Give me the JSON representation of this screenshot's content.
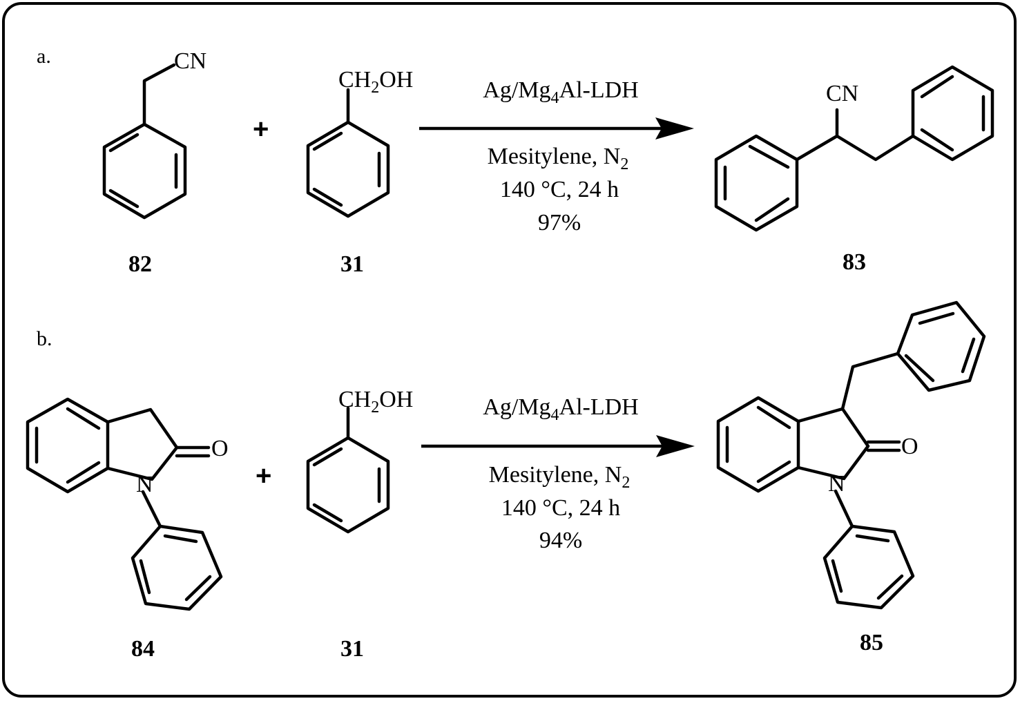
{
  "panels": {
    "a": {
      "label": "a.",
      "reactant1": {
        "id": "82",
        "group": "CN"
      },
      "plus": "+",
      "reactant2": {
        "id": "31",
        "group_main": "CH",
        "group_sub": "2",
        "group_end": "OH"
      },
      "conditions": {
        "catalyst_pre": "Ag/Mg",
        "catalyst_sub": "4",
        "catalyst_post": "Al-LDH",
        "solvent_pre": "Mesitylene, N",
        "solvent_sub": "2",
        "temp_time": "140 °C, 24 h",
        "yield": "97%"
      },
      "product": {
        "id": "83",
        "group": "CN"
      }
    },
    "b": {
      "label": "b.",
      "reactant1": {
        "id": "84",
        "atom_n": "N",
        "atom_o": "O"
      },
      "plus": "+",
      "reactant2": {
        "id": "31",
        "group_main": "CH",
        "group_sub": "2",
        "group_end": "OH"
      },
      "conditions": {
        "catalyst_pre": "Ag/Mg",
        "catalyst_sub": "4",
        "catalyst_post": "Al-LDH",
        "solvent_pre": "Mesitylene, N",
        "solvent_sub": "2",
        "temp_time": "140 °C, 24 h",
        "yield": "94%"
      },
      "product": {
        "id": "85",
        "atom_n": "N",
        "atom_o": "O"
      }
    }
  }
}
